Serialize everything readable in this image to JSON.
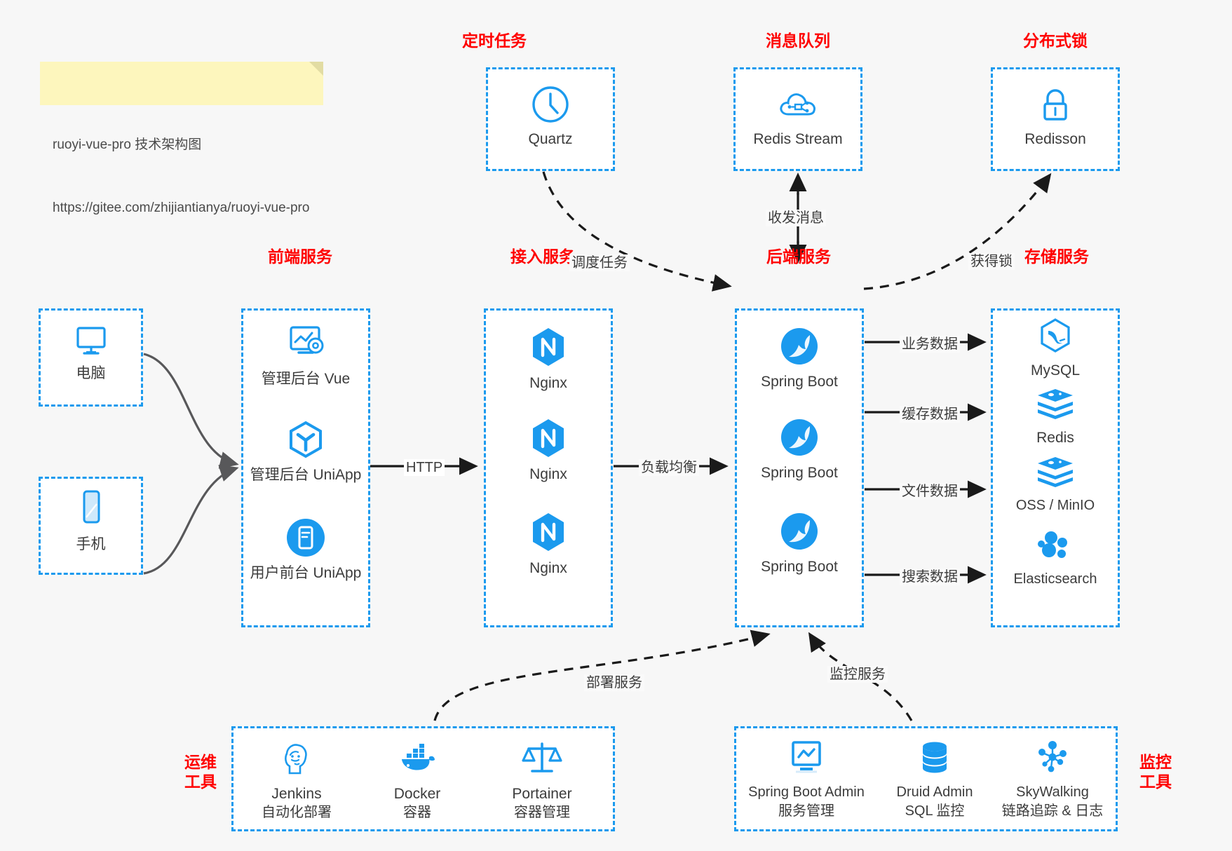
{
  "note": {
    "line1": "ruoyi-vue-pro 技术架构图",
    "line2": "https://gitee.com/zhijiantianya/ruoyi-vue-pro"
  },
  "groups": {
    "scheduler": {
      "title": "定时任务",
      "items": [
        {
          "label": "Quartz",
          "icon": "clock-icon"
        }
      ]
    },
    "mq": {
      "title": "消息队列",
      "items": [
        {
          "label": "Redis Stream",
          "icon": "cloud-network-icon"
        }
      ]
    },
    "lock": {
      "title": "分布式锁",
      "items": [
        {
          "label": "Redisson",
          "icon": "lock-icon"
        }
      ]
    },
    "clients": {
      "items": [
        {
          "label": "电脑",
          "icon": "desktop-icon"
        },
        {
          "label": "手机",
          "icon": "phone-icon"
        }
      ]
    },
    "frontend": {
      "title": "前端服务",
      "items": [
        {
          "label": "管理后台 Vue",
          "icon": "dashboard-gear-icon"
        },
        {
          "label": "管理后台 UniApp",
          "icon": "uniapp-cube-icon"
        },
        {
          "label": "用户前台 UniApp",
          "icon": "mobile-app-icon"
        }
      ]
    },
    "gateway": {
      "title": "接入服务",
      "items": [
        {
          "label": "Nginx",
          "icon": "nginx-icon"
        },
        {
          "label": "Nginx",
          "icon": "nginx-icon"
        },
        {
          "label": "Nginx",
          "icon": "nginx-icon"
        }
      ]
    },
    "backend": {
      "title": "后端服务",
      "items": [
        {
          "label": "Spring Boot",
          "icon": "spring-boot-icon"
        },
        {
          "label": "Spring Boot",
          "icon": "spring-boot-icon"
        },
        {
          "label": "Spring Boot",
          "icon": "spring-boot-icon"
        }
      ]
    },
    "storage": {
      "title": "存储服务",
      "items": [
        {
          "label": "MySQL",
          "icon": "mysql-icon"
        },
        {
          "label": "Redis",
          "icon": "redis-icon"
        },
        {
          "label": "OSS / MinIO",
          "icon": "oss-icon"
        },
        {
          "label": "Elasticsearch",
          "icon": "elasticsearch-icon"
        }
      ]
    },
    "devops": {
      "title": "运维\n工具",
      "items": [
        {
          "label": "Jenkins",
          "sub": "自动化部署",
          "icon": "jenkins-icon"
        },
        {
          "label": "Docker",
          "sub": "容器",
          "icon": "docker-icon"
        },
        {
          "label": "Portainer",
          "sub": "容器管理",
          "icon": "scales-icon"
        }
      ]
    },
    "monitor": {
      "title": "监控\n工具",
      "items": [
        {
          "label": "Spring Boot Admin",
          "sub": "服务管理",
          "icon": "monitor-chart-icon"
        },
        {
          "label": "Druid Admin",
          "sub": "SQL 监控",
          "icon": "database-icon"
        },
        {
          "label": "SkyWalking",
          "sub": "链路追踪 & 日志",
          "icon": "skywalking-icon"
        }
      ]
    }
  },
  "edges": {
    "http": "HTTP",
    "load_balance": "负载均衡",
    "schedule_task": "调度任务",
    "send_receive_message": "收发消息",
    "acquire_lock": "获得锁",
    "business_data": "业务数据",
    "cache_data": "缓存数据",
    "file_data": "文件数据",
    "search_data": "搜索数据",
    "deploy_service": "部署服务",
    "monitor_service": "监控服务"
  },
  "colors": {
    "accent_blue": "#1b9aee",
    "title_red": "#ff0000",
    "note_yellow": "#fdf6bd",
    "background": "#f7f7f7",
    "arrow_black": "#1a1a1a",
    "client_arrow_gray": "#58585a"
  }
}
